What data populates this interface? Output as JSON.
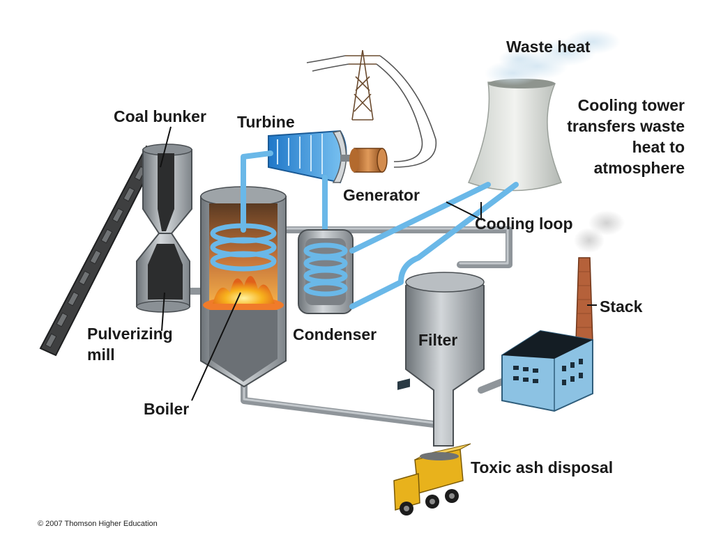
{
  "labels": {
    "waste_heat": "Waste heat",
    "cooling_tower_line1": "Cooling tower",
    "cooling_tower_line2": "transfers waste",
    "cooling_tower_line3": "heat to",
    "cooling_tower_line4": "atmosphere",
    "coal_bunker": "Coal bunker",
    "turbine": "Turbine",
    "generator": "Generator",
    "cooling_loop": "Cooling loop",
    "stack": "Stack",
    "pulverizing_mill_line1": "Pulverizing",
    "pulverizing_mill_line2": "mill",
    "condenser": "Condenser",
    "filter": "Filter",
    "boiler": "Boiler",
    "toxic_ash_disposal": "Toxic ash disposal"
  },
  "copyright": "© 2007 Thomson Higher Education",
  "colors": {
    "pipe_grey": "#9aa0a6",
    "cooling_blue": "#6ab8e8",
    "flame_orange": "#f3a21b",
    "stack_brick": "#b5613a",
    "building_blue": "#8cc2e3",
    "truck_yellow": "#e8b21c",
    "generator_copper": "#c87a3a"
  }
}
